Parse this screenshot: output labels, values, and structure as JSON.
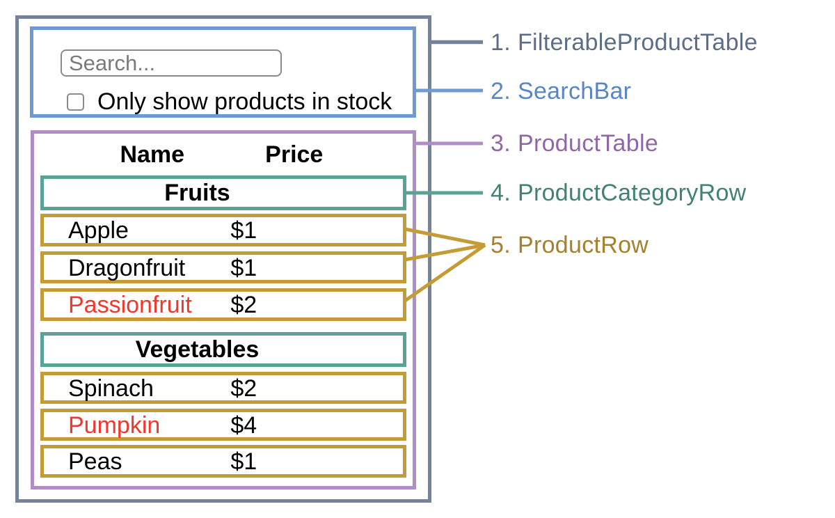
{
  "legend": {
    "items": [
      {
        "number": "1.",
        "name": "FilterableProductTable",
        "color": "#5C6E87"
      },
      {
        "number": "2.",
        "name": "SearchBar",
        "color": "#5786C4"
      },
      {
        "number": "3.",
        "name": "ProductTable",
        "color": "#9066A9"
      },
      {
        "number": "4.",
        "name": "ProductCategoryRow",
        "color": "#418273"
      },
      {
        "number": "5.",
        "name": "ProductRow",
        "color": "#A4812E"
      }
    ]
  },
  "search_bar": {
    "placeholder": "Search...",
    "input_value": "",
    "checkbox_label": "Only show products in stock",
    "checkbox_checked": false
  },
  "product_table": {
    "headers": [
      "Name",
      "Price"
    ],
    "sections": [
      {
        "category": "Fruits",
        "rows": [
          {
            "name": "Apple",
            "price": "$1",
            "stocked": true
          },
          {
            "name": "Dragonfruit",
            "price": "$1",
            "stocked": true
          },
          {
            "name": "Passionfruit",
            "price": "$2",
            "stocked": false
          }
        ]
      },
      {
        "category": "Vegetables",
        "rows": [
          {
            "name": "Spinach",
            "price": "$2",
            "stocked": true
          },
          {
            "name": "Pumpkin",
            "price": "$4",
            "stocked": false
          },
          {
            "name": "Peas",
            "price": "$1",
            "stocked": true
          }
        ]
      }
    ]
  },
  "colors": {
    "filterable_product_table_border": "#75829B",
    "search_bar_border": "#6F9AD1",
    "product_table_border": "#B18CC6",
    "product_category_row_border": "#58A395",
    "product_row_border": "#C59B35",
    "out_of_stock_text": "#F0392C"
  }
}
